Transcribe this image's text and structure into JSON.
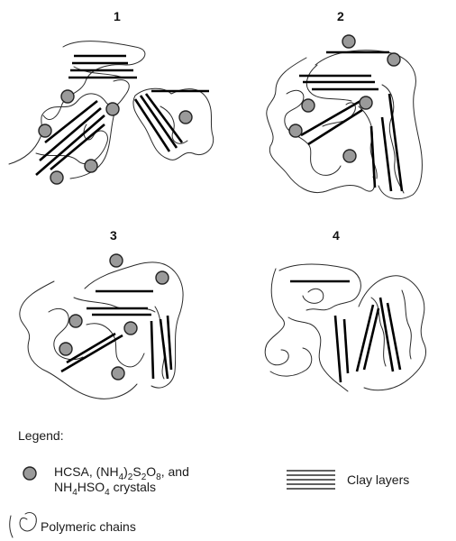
{
  "panels": [
    {
      "number": "1"
    },
    {
      "number": "2"
    },
    {
      "number": "3"
    },
    {
      "number": "4"
    }
  ],
  "legend": {
    "title": "Legend:",
    "crystal_label": {
      "line1": [
        "HCSA, (NH",
        "4",
        ")",
        "2",
        "S",
        "2",
        "O",
        "8",
        ", and"
      ],
      "line2": [
        "NH",
        "4",
        "HSO",
        "4",
        " crystals"
      ]
    },
    "clay_label": "Clay layers",
    "chain_label": "Polymeric chains"
  },
  "colors": {
    "crystal_fill": "#9a9a9a",
    "clay": "#000000",
    "chain": "#2a2a2a"
  }
}
